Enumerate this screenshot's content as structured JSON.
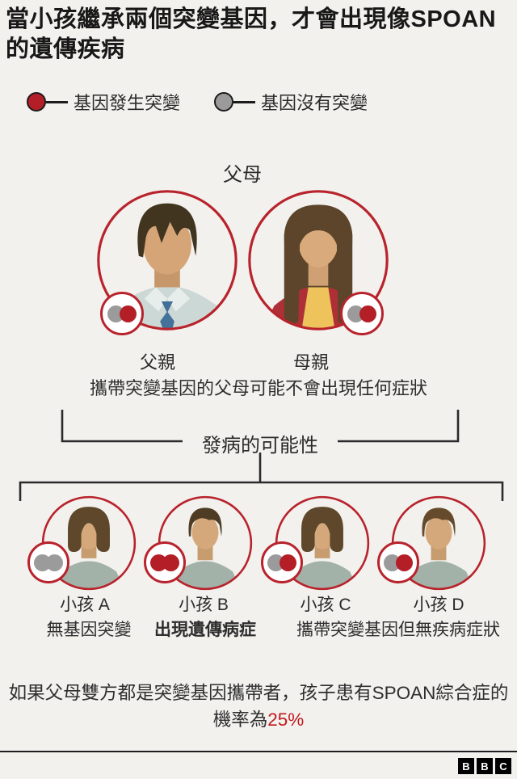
{
  "title": {
    "text": "當小孩繼承兩個突變基因，才會出現像SPOAN的遺傳疾病"
  },
  "colors": {
    "accent_red": "#b8232c",
    "mutated_dot": "#b41f27",
    "normal_dot": "#9b9b9b"
  },
  "legend": {
    "items": [
      {
        "key": "mutated",
        "label": "基因發生突變",
        "color": "#b41f27"
      },
      {
        "key": "normal",
        "label": "基因沒有突變",
        "color": "#9b9b9b"
      }
    ]
  },
  "parents": {
    "heading": "父母",
    "father": {
      "label": "父親",
      "genes": [
        "normal",
        "mutated"
      ]
    },
    "mother": {
      "label": "母親",
      "genes": [
        "normal",
        "mutated"
      ]
    },
    "caption": "攜帶突變基因的父母可能不會出現任何症狀"
  },
  "outcome": {
    "bracket_label": "發病的可能性"
  },
  "children": {
    "a": {
      "label": "小孩 A",
      "caption": "無基因突變",
      "genes": [
        "normal",
        "normal"
      ]
    },
    "b": {
      "label": "小孩 B",
      "caption": "出現遺傳病症",
      "genes": [
        "mutated",
        "mutated"
      ]
    },
    "c": {
      "label": "小孩 C",
      "genes": [
        "normal",
        "mutated"
      ]
    },
    "d": {
      "label": "小孩 D",
      "genes": [
        "normal",
        "mutated"
      ]
    },
    "shared_caption": "攜帶突變基因但無疾病症狀"
  },
  "footer": {
    "line1": "如果父母雙方都是突變基因攜帶者，孩子患有SPOAN綜合症的",
    "line2_prefix": "機率為",
    "highlight": "25%",
    "highlight_color": "#c1181d"
  },
  "logo": {
    "l1": "B",
    "l2": "B",
    "l3": "C"
  }
}
